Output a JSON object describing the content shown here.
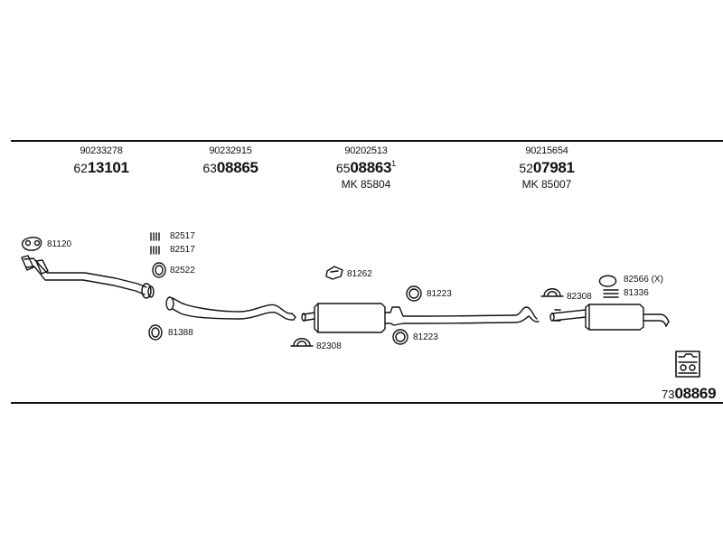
{
  "headers": [
    {
      "oe": "90233278",
      "prefix": "62",
      "main": "13101",
      "suffix": "",
      "mk": ""
    },
    {
      "oe": "90232915",
      "prefix": "63",
      "main": "08865",
      "suffix": "",
      "mk": ""
    },
    {
      "oe": "90202513",
      "prefix": "65",
      "main": "08863",
      "suffix": "1",
      "mk": "MK 85804"
    },
    {
      "oe": "90215654",
      "prefix": "52",
      "main": "07981",
      "suffix": "",
      "mk": "MK 85007"
    }
  ],
  "labels": {
    "gasket_81120": "81120",
    "bolt_82517_a": "82517",
    "bolt_82517_b": "82517",
    "ring_82522": "82522",
    "ring_81388": "81388",
    "hanger_81262": "81262",
    "ring_81223_a": "81223",
    "ring_81223_b": "81223",
    "clamp_82308_a": "82308",
    "clamp_82308_b": "82308",
    "gasket_82566": "82566 (X)",
    "bolt_81336": "81336"
  },
  "footer": {
    "prefix": "73",
    "main": "08869"
  }
}
